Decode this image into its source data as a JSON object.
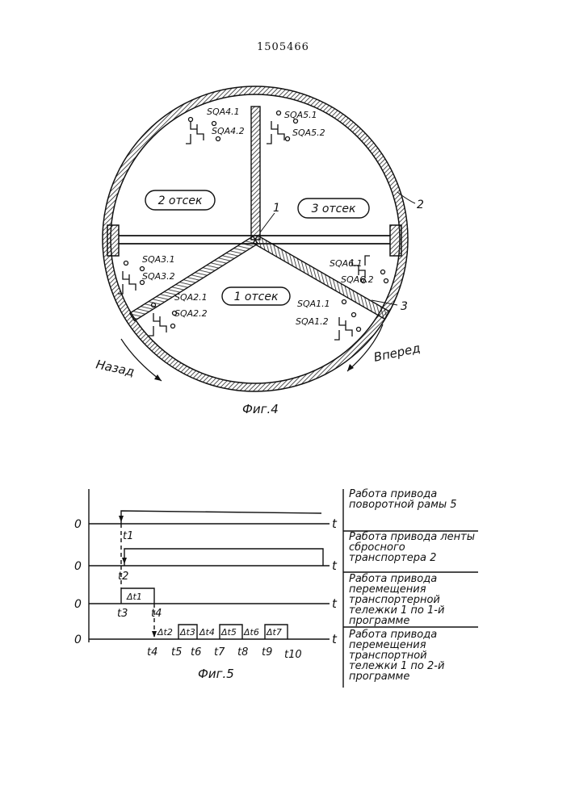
{
  "page_number": "1505466",
  "fig4": {
    "caption": "Фиг.4",
    "compartments": [
      "1 отсек",
      "2 отсек",
      "3 отсек"
    ],
    "callouts": [
      "1",
      "2",
      "3"
    ],
    "directions": {
      "back": "Назад",
      "forward": "Вперед"
    },
    "switches": [
      "SQA1.1",
      "SQA1.2",
      "SQA2.1",
      "SQA2.2",
      "SQA3.1",
      "SQA3.2",
      "SQA4.1",
      "SQA4.2",
      "SQA5.1",
      "SQA5.2",
      "SQA6.1",
      "SQA6.2"
    ]
  },
  "fig5": {
    "caption": "Фиг.5",
    "zero_label": "0",
    "axis_label": "t",
    "time_marks": [
      "t1",
      "t2",
      "t3",
      "t4",
      "t4",
      "t5",
      "t6",
      "t7",
      "t8",
      "t9",
      "t10"
    ],
    "intervals": [
      "Δt1",
      "Δt2",
      "Δt3",
      "Δt4",
      "Δt5",
      "Δt6",
      "Δt7"
    ],
    "rows": [
      "Работа привода поворотной рамы 5",
      "Работа привода ленты сбросного транспортера 2",
      "Работа привода перемещения транспортерной тележки 1 по 1-й программе",
      "Работа привода перемещения транспортной тележки 1 по 2-й программе"
    ]
  }
}
